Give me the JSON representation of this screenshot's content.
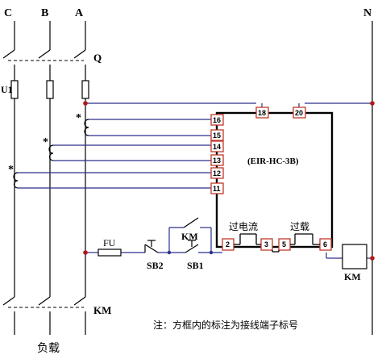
{
  "phases": {
    "c": "C",
    "b": "B",
    "a": "A",
    "n": "N"
  },
  "labels": {
    "q": "Q",
    "u1": "U1",
    "km_bottom": "KM",
    "load": "负载",
    "fu": "FU",
    "km_aux": "KM",
    "sb2": "SB2",
    "sb1": "SB1",
    "km_coil": "KM",
    "device": "(EIR-HC-3B)",
    "overcurrent": "过电流",
    "overload": "过载",
    "star": "*",
    "note": "注：方框内的标注为接线端子标号"
  },
  "terminals": {
    "t18": "18",
    "t20": "20",
    "t16": "16",
    "t15": "15",
    "t14": "14",
    "t13": "13",
    "t12": "12",
    "t11": "11",
    "t2": "2",
    "t3": "3",
    "t5": "5",
    "t6": "6"
  },
  "colors": {
    "wire_blue": "#2b2f8a",
    "junction_red": "#b01818",
    "terminal_red": "#c0392b",
    "black": "#000000"
  }
}
